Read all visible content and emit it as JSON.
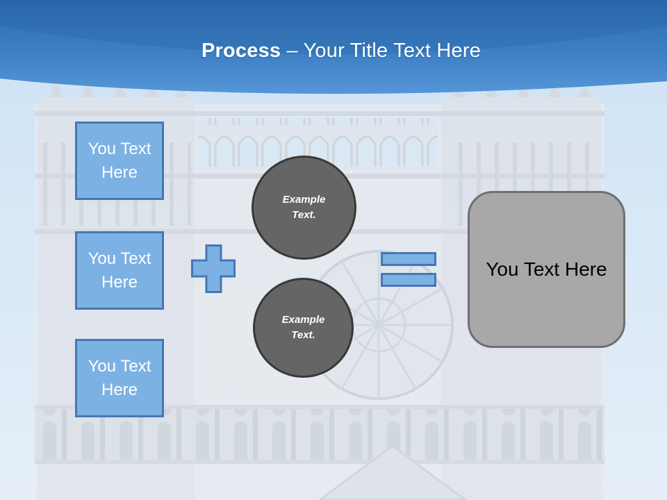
{
  "slide": {
    "header": {
      "title_bold": "Process",
      "title_rest": " – Your Title Text Here"
    },
    "left_boxes": [
      {
        "label": "You Text Here"
      },
      {
        "label": "You Text Here"
      },
      {
        "label": "You Text Here"
      }
    ],
    "operators": {
      "plus_icon": "plus-icon",
      "equals_icon": "equals-icon"
    },
    "circles": [
      {
        "label": "Example Text."
      },
      {
        "label": "Example Text."
      }
    ],
    "result_box": {
      "label": "You Text Here"
    },
    "colors": {
      "band_blue_top": "#2e6cb0",
      "band_blue_bottom": "#4f90d2",
      "shape_blue_fill": "#7cb1e3",
      "shape_blue_border": "#4577b4",
      "circle_fill": "#656565",
      "circle_border": "#383838",
      "result_fill": "#a8a8a8",
      "result_border": "#6f6f6f",
      "title_text": "#ffffff",
      "result_text": "#000000",
      "sky": "#cce2f5"
    }
  }
}
